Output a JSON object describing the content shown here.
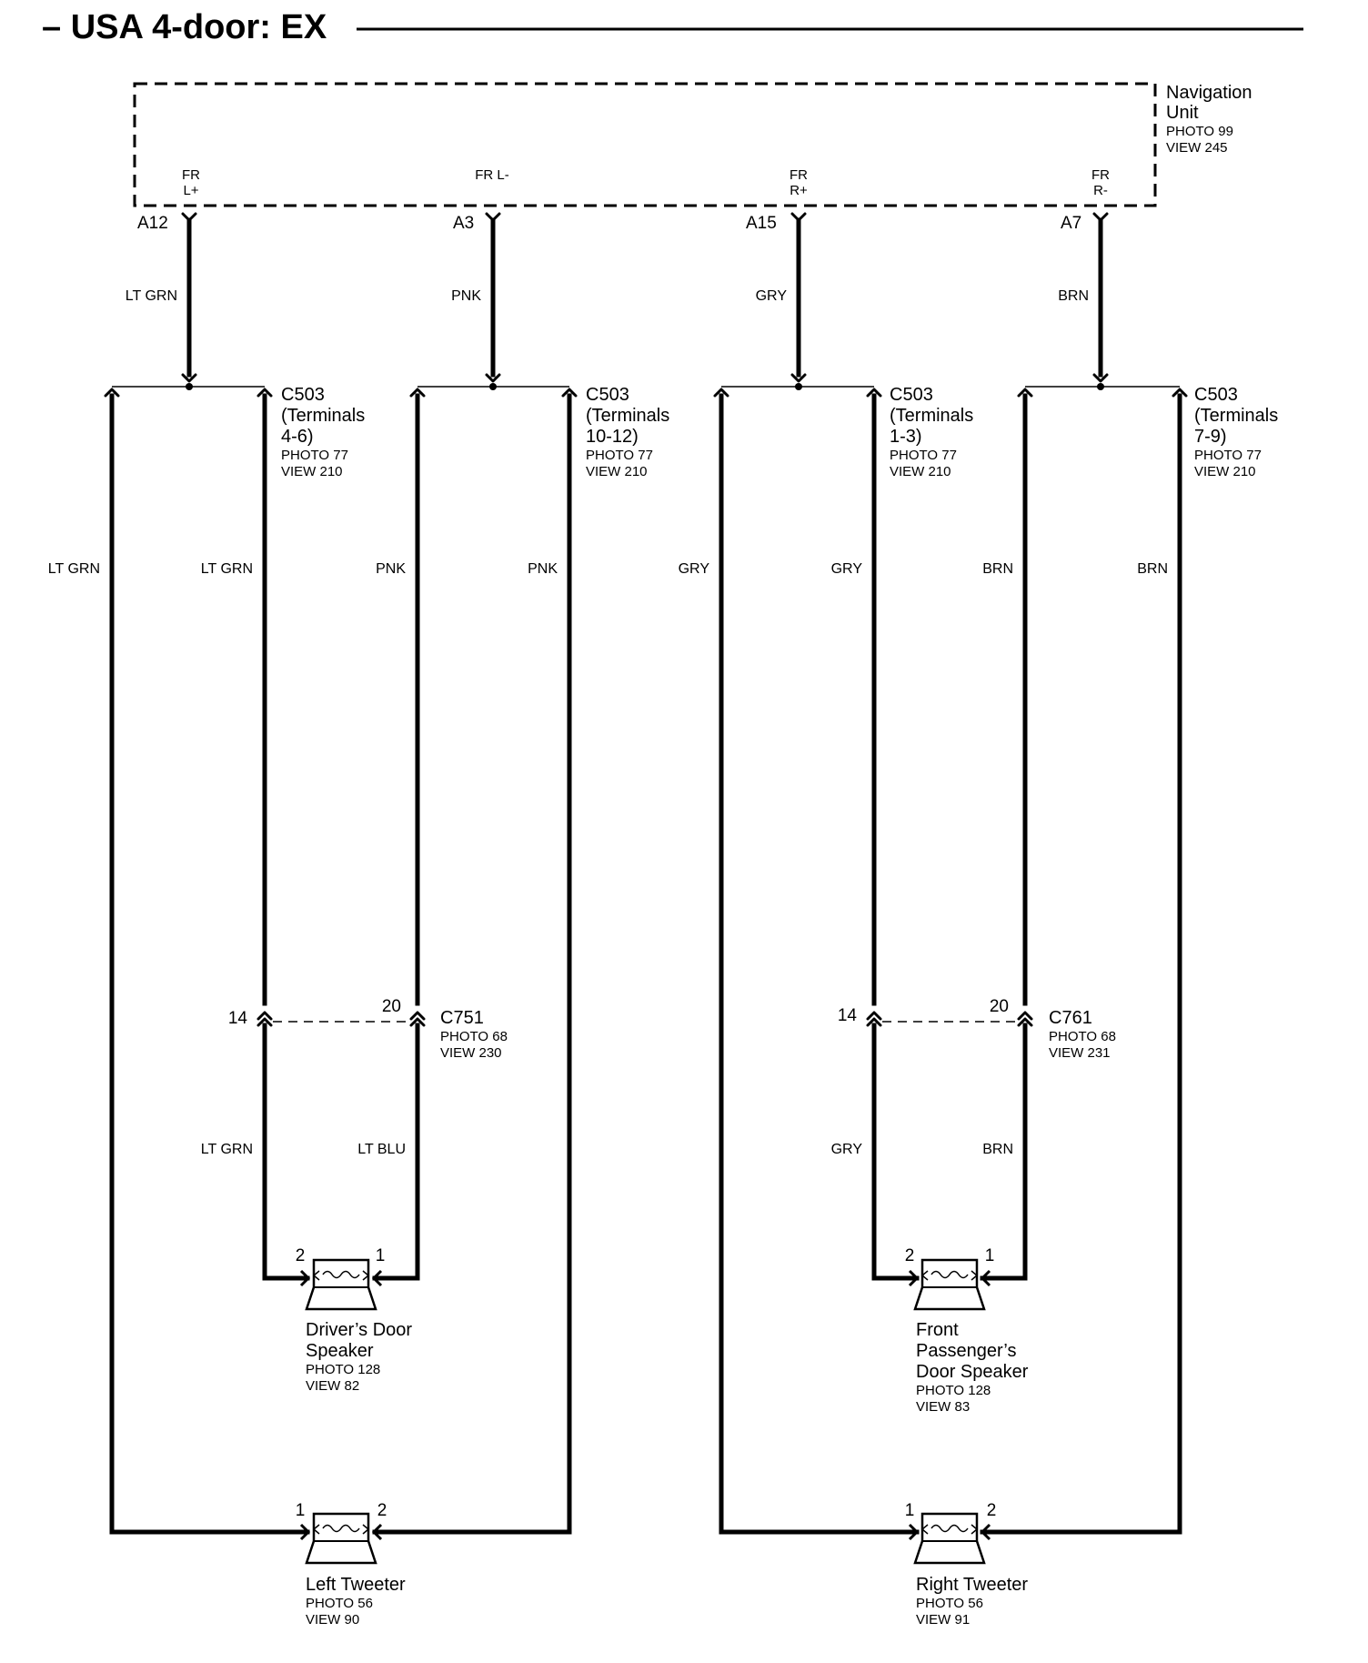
{
  "title": "– USA 4-door: EX",
  "nav_unit": {
    "name_line1": "Navigation",
    "name_line2": "Unit",
    "photo": "PHOTO 99",
    "view": "VIEW 245",
    "terminals": [
      {
        "label1": "FR",
        "label2": "L+",
        "pin": "A12",
        "wire": "LT GRN"
      },
      {
        "label1": "FR L-",
        "label2": "",
        "pin": "A3",
        "wire": "PNK"
      },
      {
        "label1": "FR",
        "label2": "R+",
        "pin": "A15",
        "wire": "GRY"
      },
      {
        "label1": "FR",
        "label2": "R-",
        "pin": "A7",
        "wire": "BRN"
      }
    ]
  },
  "c503": [
    {
      "l1": "C503",
      "l2": "(Terminals",
      "l3": "4-6)",
      "photo": "PHOTO 77",
      "view": "VIEW 210",
      "wire_left": "LT GRN",
      "wire_right": "LT GRN"
    },
    {
      "l1": "C503",
      "l2": "(Terminals",
      "l3": "10-12)",
      "photo": "PHOTO 77",
      "view": "VIEW 210",
      "wire_left": "PNK",
      "wire_right": "PNK"
    },
    {
      "l1": "C503",
      "l2": "(Terminals",
      "l3": "1-3)",
      "photo": "PHOTO 77",
      "view": "VIEW 210",
      "wire_left": "GRY",
      "wire_right": "GRY"
    },
    {
      "l1": "C503",
      "l2": "(Terminals",
      "l3": "7-9)",
      "photo": "PHOTO 77",
      "view": "VIEW 210",
      "wire_left": "BRN",
      "wire_right": "BRN"
    }
  ],
  "door_connectors": [
    {
      "name": "C751",
      "photo": "PHOTO 68",
      "view": "VIEW 230",
      "pin_left": "14",
      "pin_right": "20",
      "wire_left": "LT GRN",
      "wire_right": "LT BLU"
    },
    {
      "name": "C761",
      "photo": "PHOTO 68",
      "view": "VIEW 231",
      "pin_left": "14",
      "pin_right": "20",
      "wire_left": "GRY",
      "wire_right": "BRN"
    }
  ],
  "speakers": [
    {
      "l1": "Driver’s Door",
      "l2": "Speaker",
      "l3": "",
      "photo": "PHOTO 128",
      "view": "VIEW 82",
      "pin_left": "2",
      "pin_right": "1"
    },
    {
      "l1": "Front",
      "l2": "Passenger’s",
      "l3": "Door Speaker",
      "photo": "PHOTO 128",
      "view": "VIEW 83",
      "pin_left": "2",
      "pin_right": "1"
    },
    {
      "l1": "Left Tweeter",
      "l2": "",
      "l3": "",
      "photo": "PHOTO 56",
      "view": "VIEW 90",
      "pin_left": "1",
      "pin_right": "2"
    },
    {
      "l1": "Right Tweeter",
      "l2": "",
      "l3": "",
      "photo": "PHOTO 56",
      "view": "VIEW 91",
      "pin_left": "1",
      "pin_right": "2"
    }
  ]
}
